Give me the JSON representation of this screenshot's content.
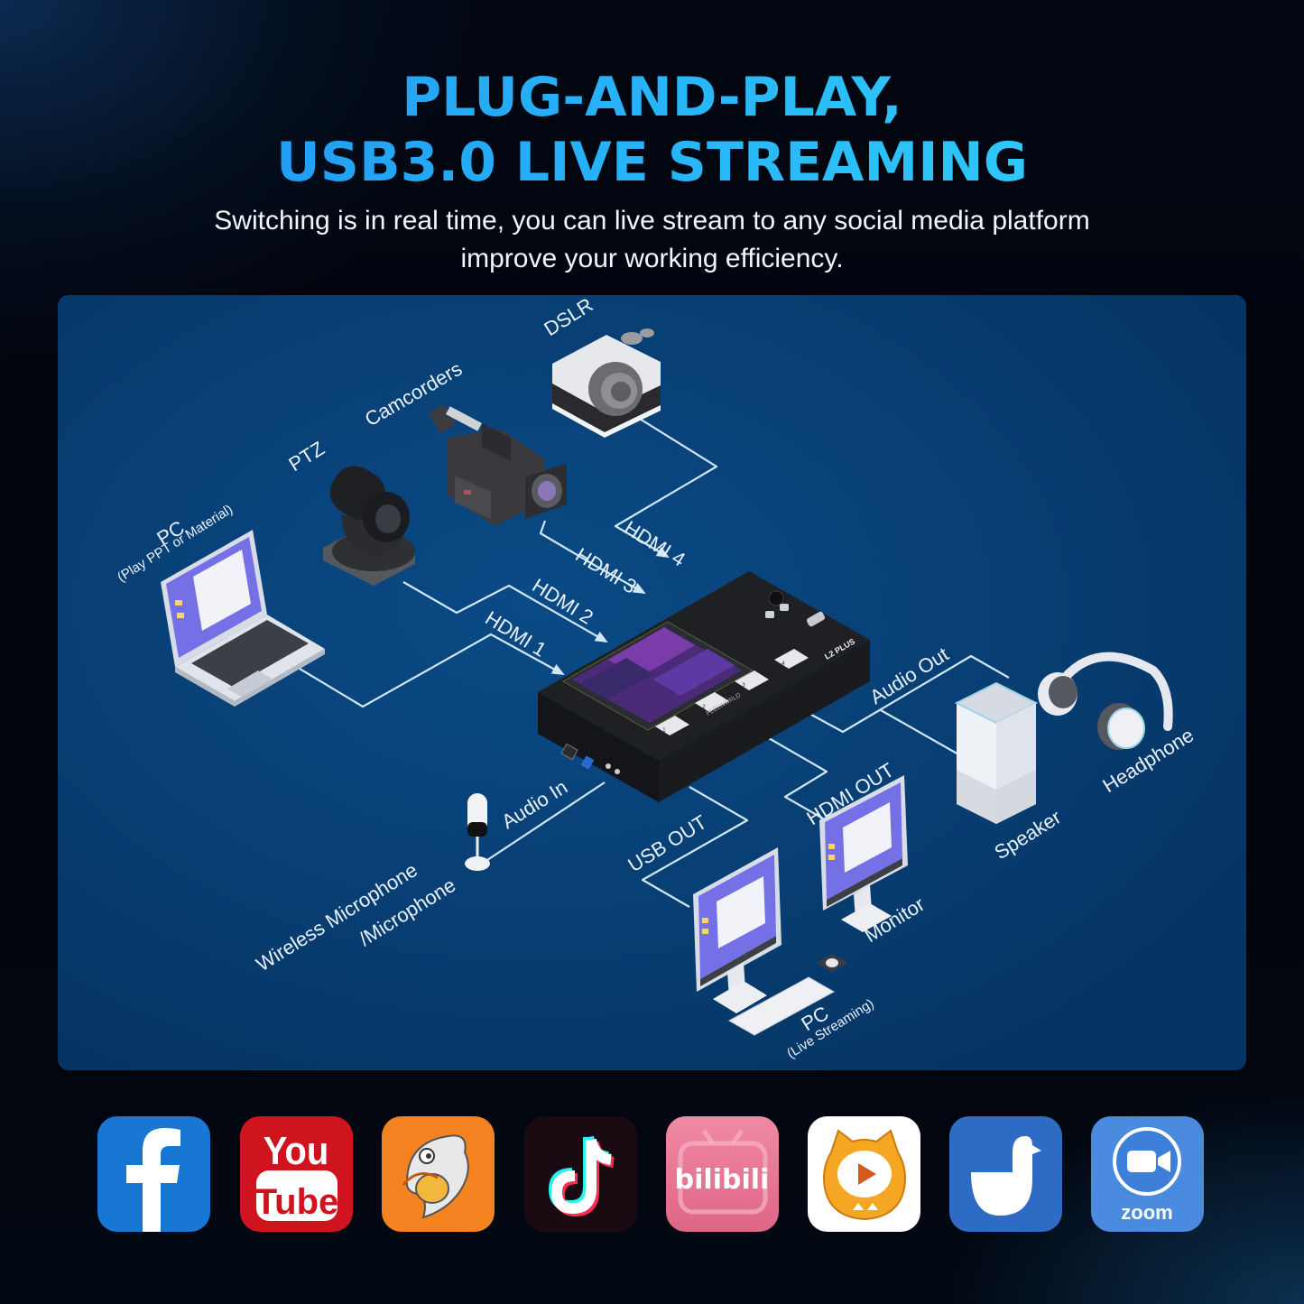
{
  "header": {
    "title_line1": "PLUG-AND-PLAY,",
    "title_line2": "USB3.0 LIVE STREAMING",
    "subtitle_line1": "Switching is in real time, you can live stream to any social media platform",
    "subtitle_line2": "improve your working efficiency.",
    "title_gradient": [
      "#1e8ff0",
      "#33d6f7"
    ]
  },
  "diagram": {
    "background_color": "#083f74",
    "wire_color": "#cfe6f5",
    "center_device": {
      "brand": "FEELWORLD",
      "model": "L2 PLUS",
      "buttons": [
        "1",
        "2",
        "3",
        "4"
      ]
    },
    "inputs": [
      {
        "device": "PC",
        "sublabel": "(Play PPT or Material)",
        "port": "HDMI 1"
      },
      {
        "device": "PTZ",
        "port": "HDMI 2"
      },
      {
        "device": "Camcorders",
        "port": "HDMI 3"
      },
      {
        "device": "DSLR",
        "port": "HDMI 4"
      }
    ],
    "audio_in": {
      "port": "Audio In",
      "device_line1": "Wireless Microphone",
      "device_line2": "/Microphone"
    },
    "usb_out": {
      "port": "USB OUT",
      "device": "PC",
      "sublabel": "(Live Streaming)"
    },
    "hdmi_out": {
      "port": "HDMI OUT",
      "device": "Monitor"
    },
    "audio_out": {
      "port": "Audio Out",
      "devices": [
        "Speaker",
        "Headphone"
      ]
    }
  },
  "platforms": [
    {
      "name": "Facebook",
      "icon": "facebook-icon",
      "color": "#1877d2"
    },
    {
      "name": "YouTube",
      "icon": "youtube-icon",
      "color": "#d0141f",
      "text_top": "You",
      "text_bottom": "Tube"
    },
    {
      "name": "Huya",
      "icon": "shark-icon",
      "color": "#f58220"
    },
    {
      "name": "TikTok",
      "icon": "tiktok-icon",
      "color": "#1a0a12"
    },
    {
      "name": "Bilibili",
      "icon": "bilibili-icon",
      "color": "#e8718f",
      "text": "bilibili"
    },
    {
      "name": "Douyu",
      "icon": "douyu-icon",
      "color": "#ffffff"
    },
    {
      "name": "Kuaishou",
      "icon": "goose-icon",
      "color": "#2d6bc4"
    },
    {
      "name": "Zoom",
      "icon": "zoom-icon",
      "color": "#4a8be0",
      "text": "zoom"
    }
  ]
}
